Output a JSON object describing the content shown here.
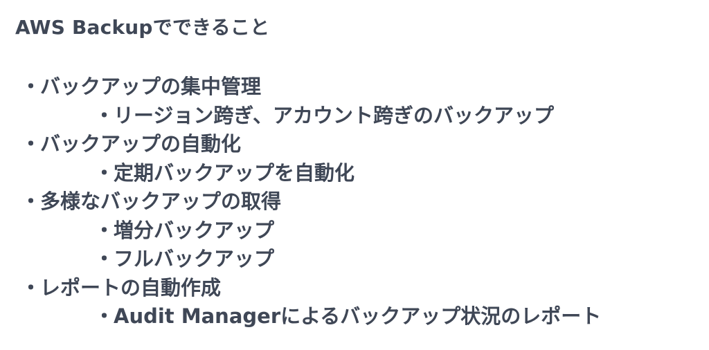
{
  "title": "AWS Backupでできること",
  "bullet_marker": "・",
  "items": [
    {
      "level": 1,
      "text": "バックアップの集中管理"
    },
    {
      "level": 2,
      "text": "リージョン跨ぎ、アカウント跨ぎのバックアップ"
    },
    {
      "level": 1,
      "text": "バックアップの自動化"
    },
    {
      "level": 2,
      "text": "定期バックアップを自動化"
    },
    {
      "level": 1,
      "text": "多様なバックアップの取得"
    },
    {
      "level": 2,
      "text": "増分バックアップ"
    },
    {
      "level": 2,
      "text": "フルバックアップ"
    },
    {
      "level": 1,
      "text": "レポートの自動作成"
    },
    {
      "level": 2,
      "text": "Audit Managerによるバックアップ状況のレポート"
    }
  ]
}
